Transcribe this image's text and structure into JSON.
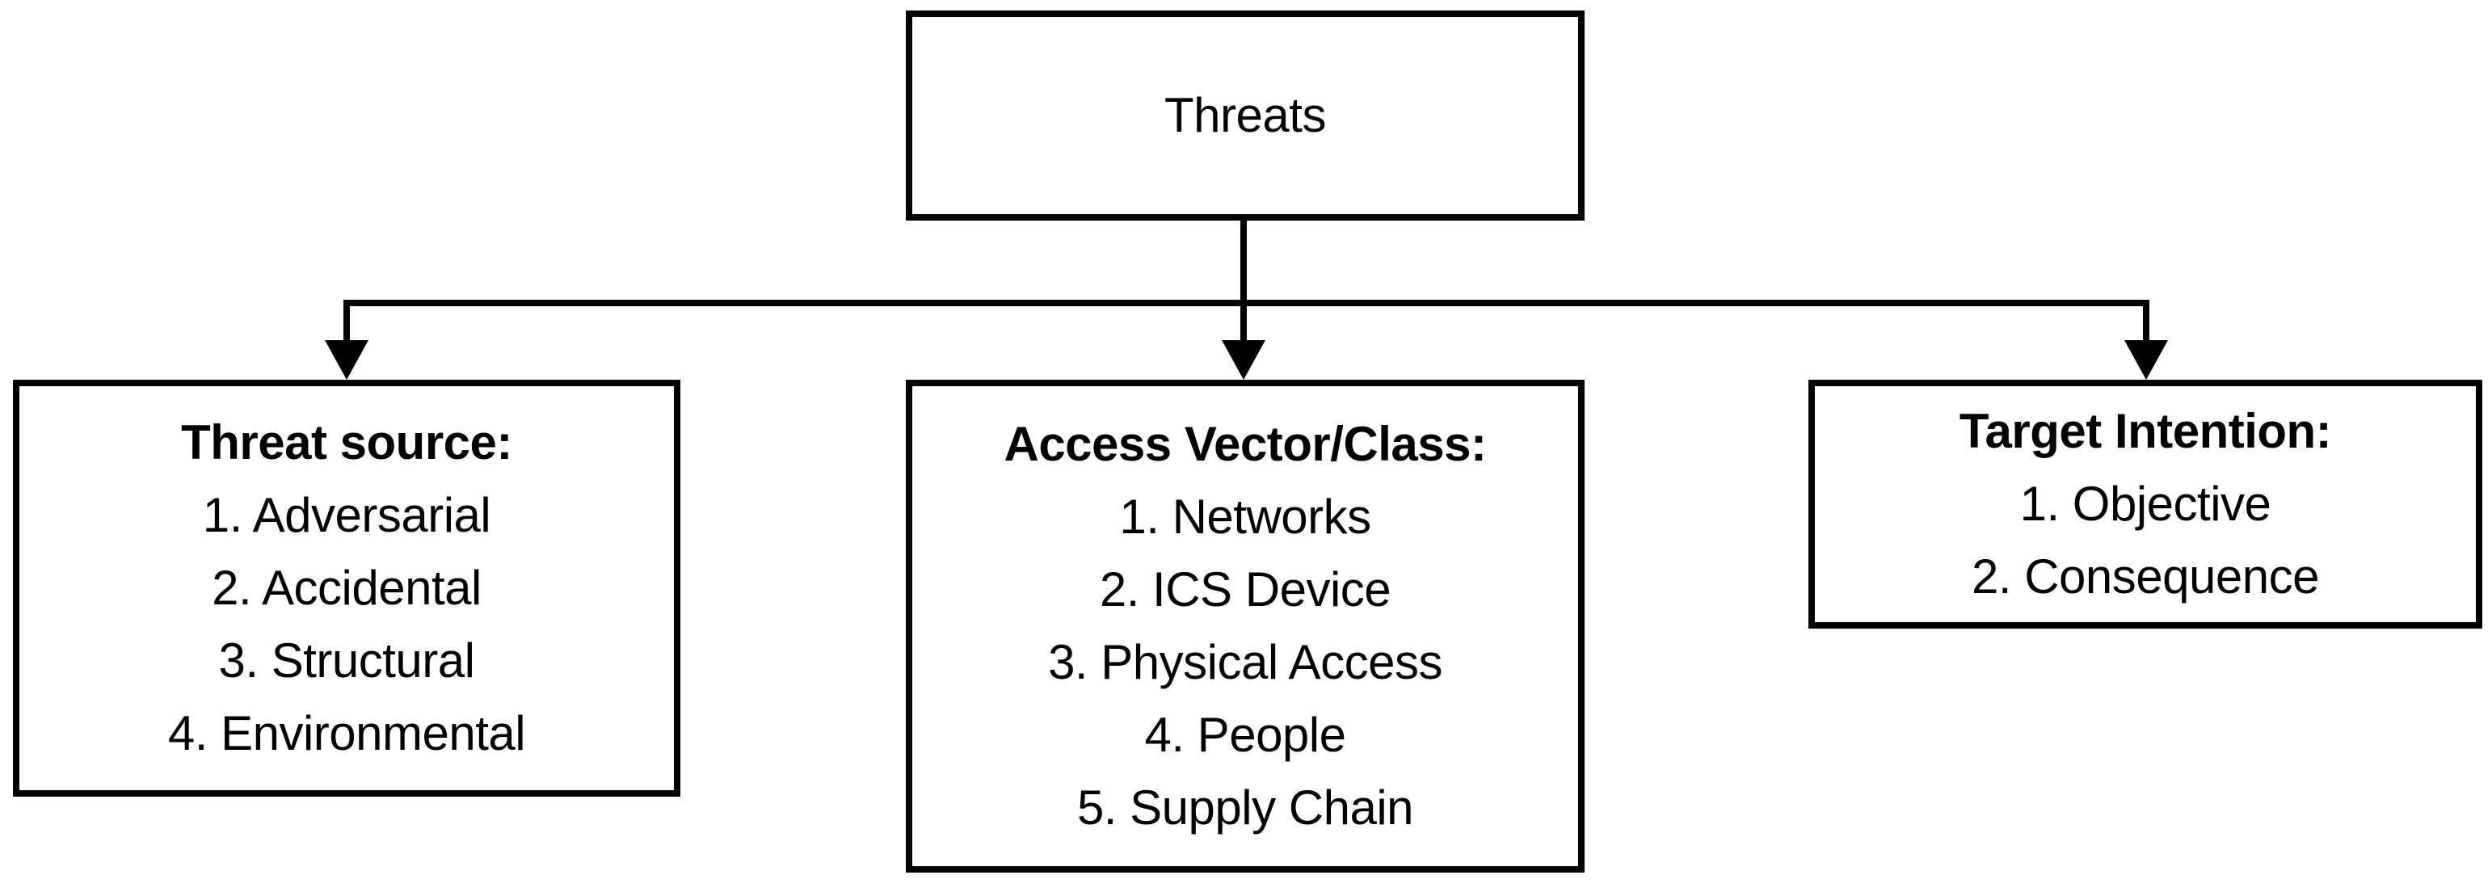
{
  "diagram": {
    "background_color": "#ffffff",
    "line_color": "#000000",
    "text_color": "#000000",
    "root": {
      "label": "Threats"
    },
    "children": [
      {
        "header": "Threat source:",
        "items": [
          "1. Adversarial",
          "2. Accidental",
          "3. Structural",
          "4. Environmental"
        ]
      },
      {
        "header": "Access Vector/Class:",
        "items": [
          "1. Networks",
          "2. ICS Device",
          "3. Physical Access",
          "4. People",
          "5. Supply Chain"
        ]
      },
      {
        "header": "Target Intention:",
        "items": [
          "1. Objective",
          "2. Consequence"
        ]
      }
    ]
  }
}
